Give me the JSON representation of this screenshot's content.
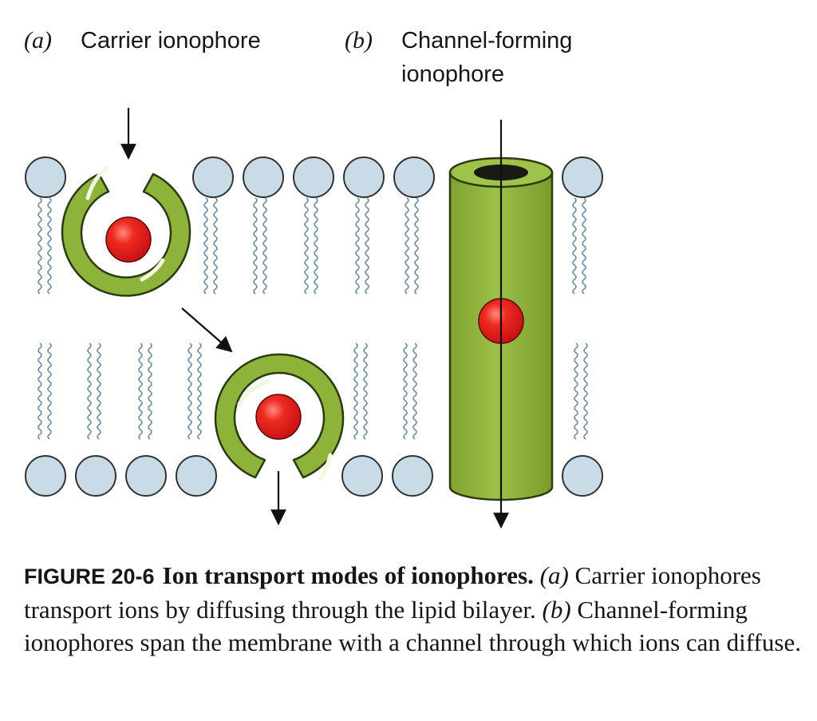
{
  "panel_a": {
    "letter": "(a)",
    "title": "Carrier ionophore"
  },
  "panel_b": {
    "letter": "(b)",
    "title_line1": "Channel-forming",
    "title_line2": "ionophore"
  },
  "caption": {
    "figure_number": "FIGURE 20-6",
    "figure_title": "Ion transport modes of ionophores.",
    "letter_a": "(a)",
    "text_a": " Carrier ionophores transport ions by diffusing through the lipid bilayer. ",
    "letter_b": "(b)",
    "text_b": " Channel-forming ionophores span the membrane with a channel through which ions can diffuse."
  },
  "colors": {
    "ionophore_green": "#8db33a",
    "ionophore_outline": "#2c3a10",
    "ion_red": "#e41b1b",
    "lipid_head": "#c9dbe6",
    "lipid_outline": "#333333"
  }
}
